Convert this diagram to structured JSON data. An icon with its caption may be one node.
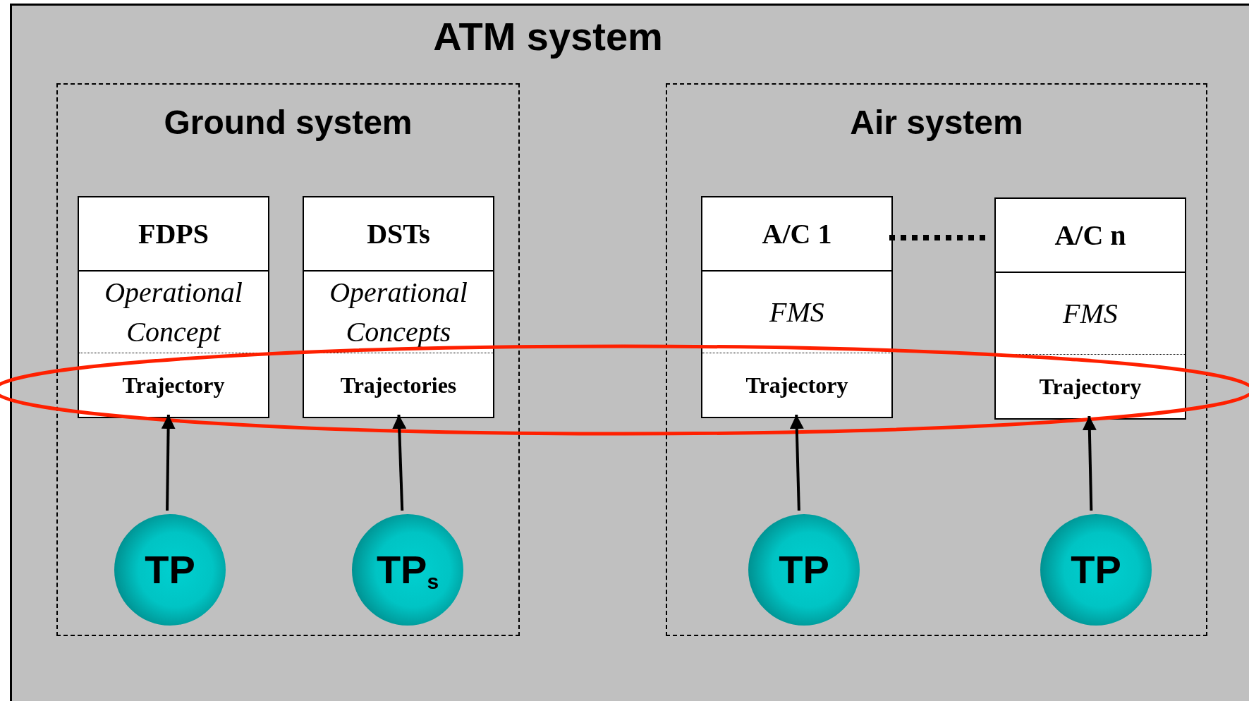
{
  "diagram": {
    "nodes": [
      {
        "text": [
          "ATM system"
        ]
      },
      {
        "text": [
          "Ground system"
        ],
        "in": 0
      },
      {
        "text": [
          "FDPS",
          "Operational Concept",
          "Trajectory"
        ],
        "in": 1
      },
      {
        "text": [
          "DSTs",
          "Operational Concepts",
          "Trajectories"
        ],
        "in": 1
      },
      {
        "text": [
          "Air system"
        ],
        "in": 0
      },
      {
        "text": [
          "A/C 1",
          "FMS",
          "Trajectory"
        ],
        "in": 4
      },
      {
        "text": [
          "A/C n",
          "FMS",
          "Trajectory"
        ],
        "in": 4
      },
      {
        "text": [
          "TP"
        ],
        "in": 1
      },
      {
        "text": [
          "TP$_{s}$"
        ],
        "in": 1
      },
      {
        "text": [
          "TP"
        ],
        "in": 4
      },
      {
        "text": [
          "TP"
        ],
        "in": 4
      }
    ],
    "edges": [
      {
        "from": 7,
        "to": 2,
        "arrow": "to"
      },
      {
        "from": 8,
        "to": 3,
        "arrow": "to"
      },
      {
        "from": 9,
        "to": 5,
        "arrow": "to"
      },
      {
        "from": 10,
        "to": 6,
        "arrow": "to"
      },
      {
        "from": 5,
        "to": 6,
        "arrow": "none",
        "style": "dashed"
      }
    ]
  }
}
